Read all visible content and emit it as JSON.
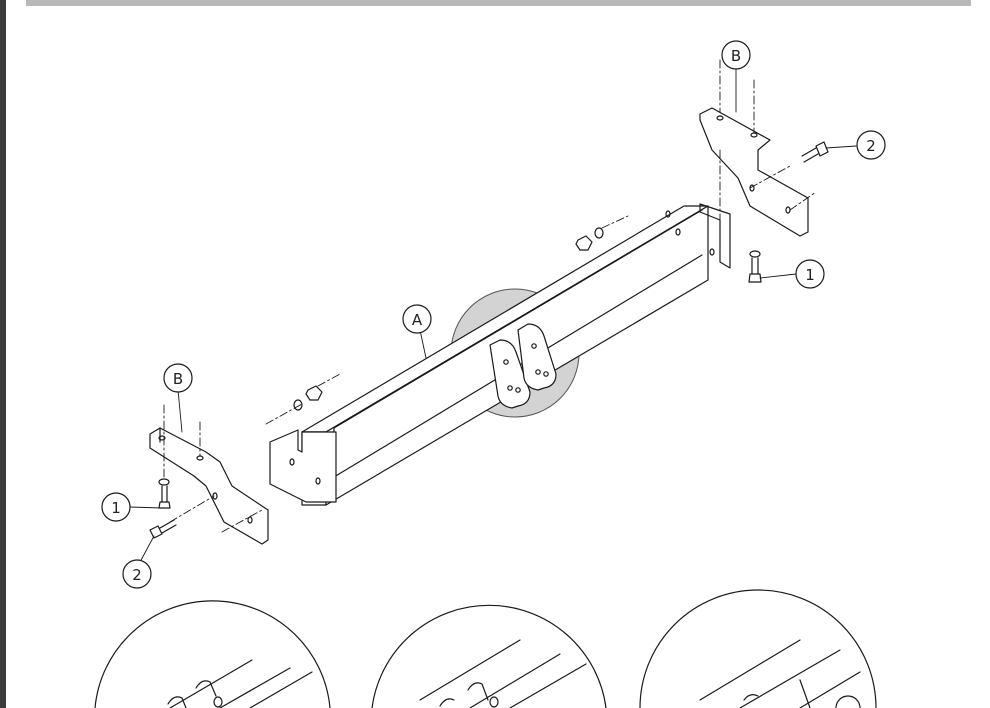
{
  "callouts": {
    "tube": "A",
    "bracket_left": "B",
    "bracket_right": "B",
    "bolt_small_left": "1",
    "bolt_small_right": "1",
    "bolt_large_left": "2",
    "bolt_large_right": "2"
  },
  "colors": {
    "line": "#1a1a1a",
    "highlight_circle": "#d3d3d3",
    "viewer_edge": "#3c3c3c",
    "viewer_bar": "#b8b8b8"
  }
}
